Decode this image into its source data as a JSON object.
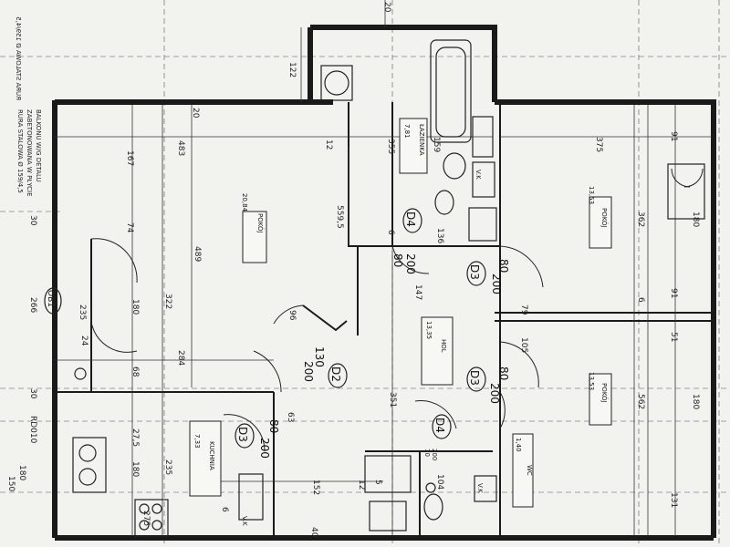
{
  "note_lines": [
    "RURA STALOWA Ø 159/4,5",
    "ZABETONOWANA W PŁYCIE",
    "BALKONU W/G DETALU"
  ],
  "dimensions": {
    "top_122": "122",
    "top_20": "20",
    "d_20": "20",
    "d_483": "483",
    "d_12": "12",
    "d_355": "355",
    "d_159": "159",
    "d_375": "375",
    "d_91a": "91",
    "d_167": "167",
    "d_5595": "559,5",
    "d_489": "489",
    "d_74": "74",
    "d_322": "322",
    "d_180a": "180",
    "d_235": "235",
    "d_266": "266",
    "d_24": "24",
    "d_284": "284",
    "d_96": "96",
    "d_136": "136",
    "d_6a": "6",
    "d_147": "147",
    "d_362": "362",
    "d_180b": "180",
    "d_91b": "91",
    "d_6b": "6",
    "d_79": "79",
    "d_105": "105",
    "d_51": "51",
    "d_351": "351",
    "d_562": "562",
    "d_180c": "180",
    "d_68": "68",
    "d_275": "27,5",
    "d_235b": "235",
    "d_180d": "180",
    "d_63": "63",
    "d_152": "152",
    "d_12b": "12",
    "d_5": "5",
    "d_104": "104",
    "d_131": "131",
    "d_6c": "6",
    "d_30a": "30",
    "d_30b": "30",
    "d_150": "150",
    "d_180e": "180",
    "d_275b": "275",
    "d_40": "40"
  },
  "rooms": [
    {
      "name": "POKÓJ",
      "area": "20,84"
    },
    {
      "name": "ŁAZIENKA",
      "area": "7,81"
    },
    {
      "name": "POKÓJ",
      "area": "13,53"
    },
    {
      "name": "POKÓJ",
      "area": "13,53"
    },
    {
      "name": "HOL",
      "area": "13,35"
    },
    {
      "name": "KUCHNIA",
      "area": "7,33"
    },
    {
      "name": "WC",
      "area": "1,40"
    }
  ],
  "doors": [
    {
      "code": "D4",
      "w": "80",
      "h": "200"
    },
    {
      "code": "D3",
      "w": "80",
      "h": "200"
    },
    {
      "code": "D2",
      "w": "130",
      "h": "200"
    },
    {
      "code": "D3",
      "w": "80",
      "h": "200"
    },
    {
      "code": "D3",
      "w": "80",
      "h": "200"
    },
    {
      "code": "D4",
      "w": "70",
      "h": "200"
    }
  ],
  "window_labels": [
    "OB1",
    "RD010"
  ],
  "vent_labels": [
    "V.K",
    "V.K",
    "V.K"
  ]
}
